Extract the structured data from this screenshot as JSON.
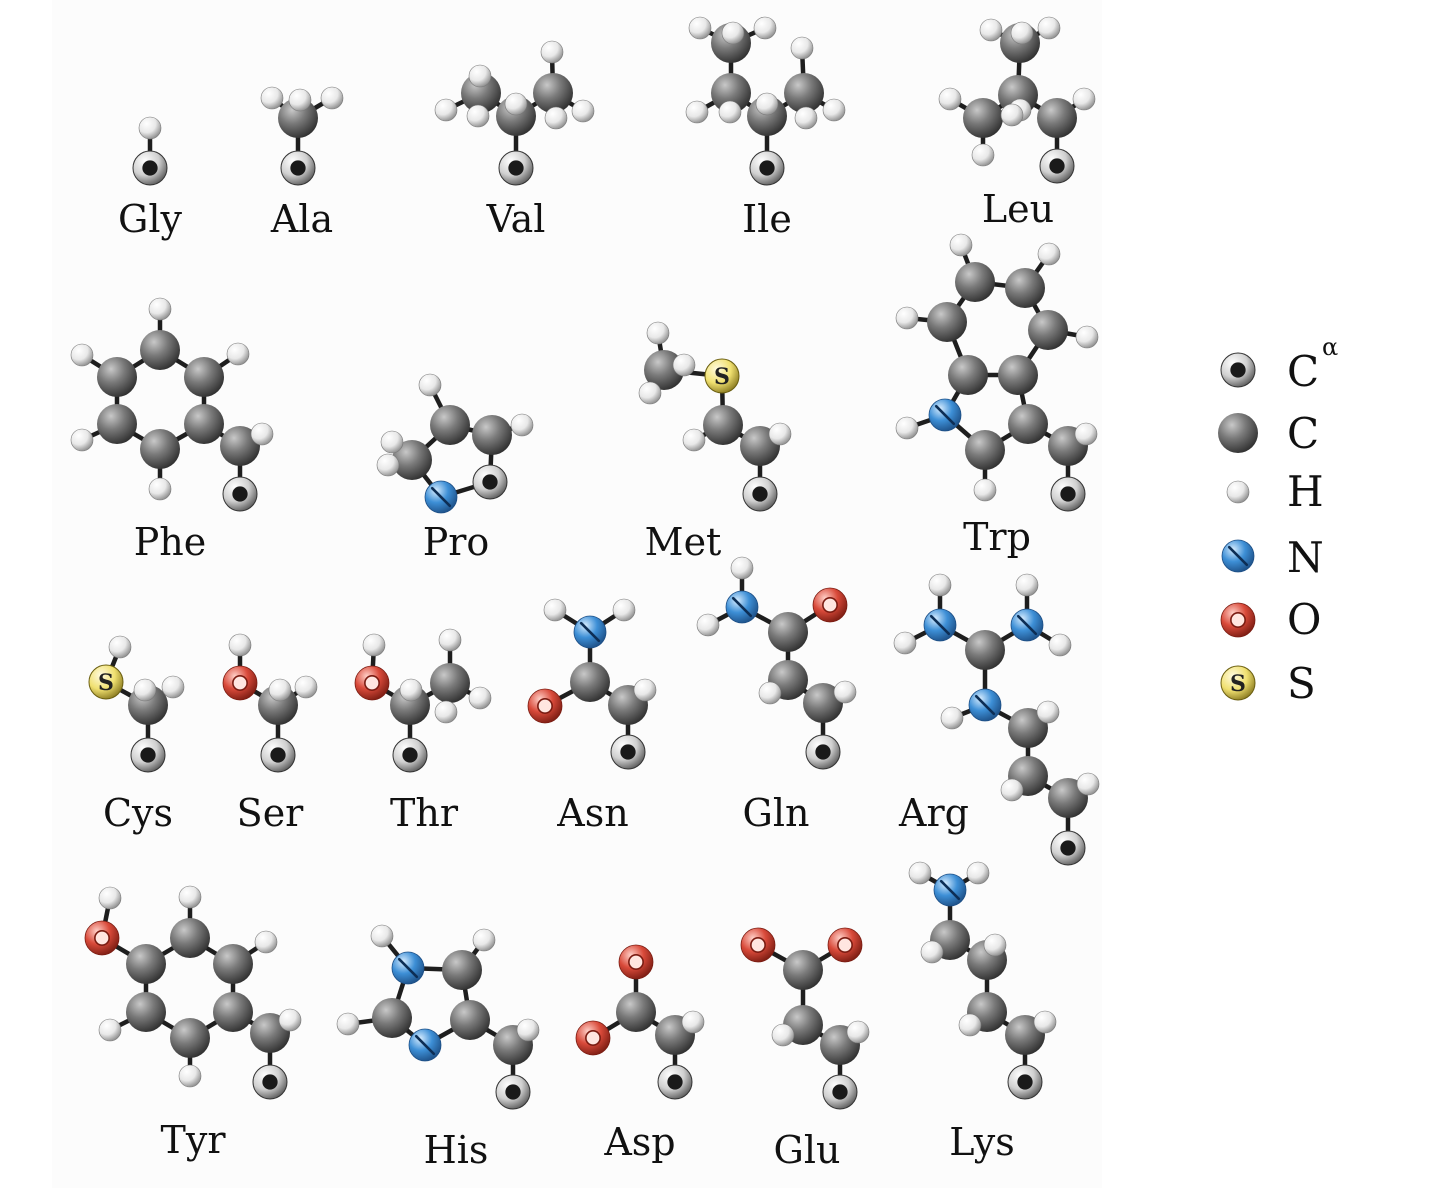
{
  "amino_acids": [
    {
      "name": "Gly"
    },
    {
      "name": "Ala"
    },
    {
      "name": "Val"
    },
    {
      "name": "Ile"
    },
    {
      "name": "Leu"
    },
    {
      "name": "Phe"
    },
    {
      "name": "Pro"
    },
    {
      "name": "Met"
    },
    {
      "name": "Trp"
    },
    {
      "name": "Cys"
    },
    {
      "name": "Ser"
    },
    {
      "name": "Thr"
    },
    {
      "name": "Asn"
    },
    {
      "name": "Gln"
    },
    {
      "name": "Arg"
    },
    {
      "name": "Tyr"
    },
    {
      "name": "His"
    },
    {
      "name": "Asp"
    },
    {
      "name": "Glu"
    },
    {
      "name": "Lys"
    }
  ],
  "legend": [
    {
      "symbol": "C",
      "sup": "α",
      "atom": "Calpha"
    },
    {
      "symbol": "C",
      "atom": "C"
    },
    {
      "symbol": "H",
      "atom": "H"
    },
    {
      "symbol": "N",
      "atom": "N"
    },
    {
      "symbol": "O",
      "atom": "O"
    },
    {
      "symbol": "S",
      "atom": "S"
    }
  ],
  "atom_colors": {
    "Calpha": "#1a1a1a",
    "C": "#808080",
    "H": "#f2f2f2",
    "N": "#3d8fd6",
    "O": "#d94a3a",
    "S": "#f0e070"
  }
}
